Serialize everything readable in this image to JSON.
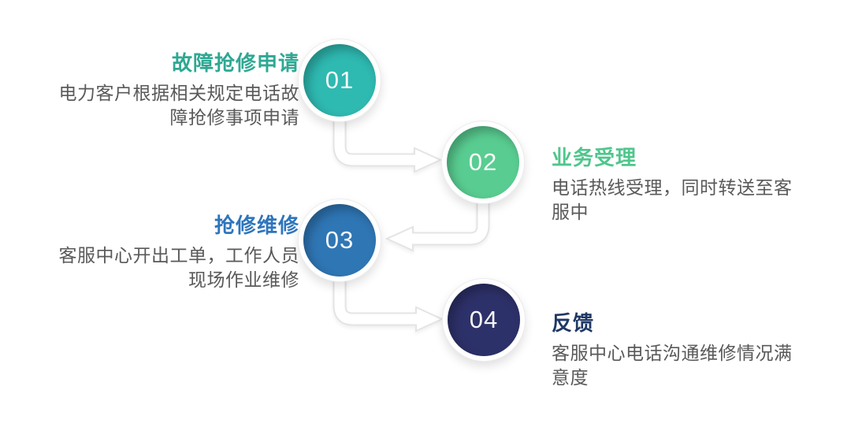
{
  "page": {
    "background_color": "#ffffff",
    "body_text_color": "#595959",
    "connector_color": "#e4e4e4",
    "connector_fill": "#ffffff",
    "number_text_color": "#ffffff"
  },
  "steps": [
    {
      "number": "01",
      "title": "故障抢修申请",
      "description": "电力客户根据相关规定电话故\n障抢修事项申请",
      "circle_color": "#2eb9b1",
      "title_color": "#2ea893",
      "side": "left"
    },
    {
      "number": "02",
      "title": "业务受理",
      "description": "电话热线受理，同时转送至客\n服中",
      "circle_color": "#59cd91",
      "title_color": "#4fc68c",
      "side": "right"
    },
    {
      "number": "03",
      "title": "抢修维修",
      "description": "客服中心开出工单，工作人员\n现场作业维修",
      "circle_color": "#2f76b5",
      "title_color": "#2e75bc",
      "side": "left"
    },
    {
      "number": "04",
      "title": "反馈",
      "description": "客服中心电话沟通维修情况满\n意度",
      "circle_color": "#2d3169",
      "title_color": "#1f3864",
      "side": "right"
    }
  ]
}
